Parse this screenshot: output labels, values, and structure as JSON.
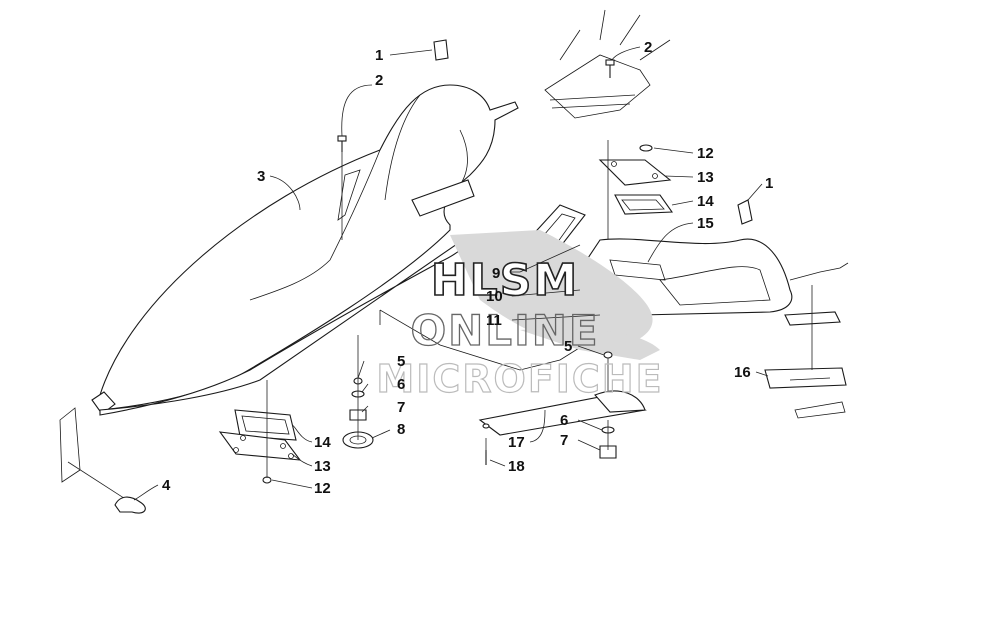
{
  "watermark": {
    "line1": "HLSM",
    "line2": "ONLINE",
    "line3": "MICROFICHE"
  },
  "callouts": [
    {
      "id": "c1a",
      "text": "1"
    },
    {
      "id": "c2a",
      "text": "2"
    },
    {
      "id": "c3",
      "text": "3"
    },
    {
      "id": "c4",
      "text": "4"
    },
    {
      "id": "c5a",
      "text": "5"
    },
    {
      "id": "c6a",
      "text": "6"
    },
    {
      "id": "c7a",
      "text": "7"
    },
    {
      "id": "c8",
      "text": "8"
    },
    {
      "id": "c14a",
      "text": "14"
    },
    {
      "id": "c13a",
      "text": "13"
    },
    {
      "id": "c12a",
      "text": "12"
    },
    {
      "id": "c2b",
      "text": "2"
    },
    {
      "id": "c12b",
      "text": "12"
    },
    {
      "id": "c13b",
      "text": "13"
    },
    {
      "id": "c14b",
      "text": "14"
    },
    {
      "id": "c15",
      "text": "15"
    },
    {
      "id": "c1b",
      "text": "1"
    },
    {
      "id": "c9",
      "text": "9"
    },
    {
      "id": "c10",
      "text": "10"
    },
    {
      "id": "c11",
      "text": "11"
    },
    {
      "id": "c5b",
      "text": "5"
    },
    {
      "id": "c16",
      "text": "16"
    },
    {
      "id": "c6b",
      "text": "6"
    },
    {
      "id": "c7b",
      "text": "7"
    },
    {
      "id": "c17",
      "text": "17"
    },
    {
      "id": "c18",
      "text": "18"
    }
  ]
}
